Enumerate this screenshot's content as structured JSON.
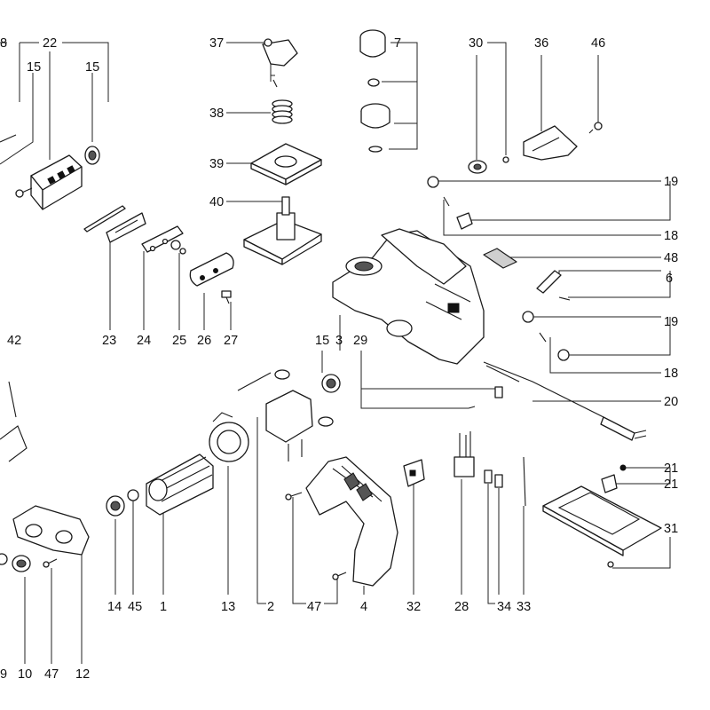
{
  "labels": {
    "p1": "1",
    "p2": "2",
    "p3": "3",
    "p4": "4",
    "p6": "6",
    "p7": "7",
    "p9": "9",
    "p10": "10",
    "p12": "12",
    "p13": "13",
    "p14": "14",
    "p15a": "15",
    "p15b": "15",
    "p15c": "15",
    "p18a": "18",
    "p18b": "18",
    "p19a": "19",
    "p19b": "19",
    "p20": "20",
    "p21a": "21",
    "p21b": "21",
    "p22": "22",
    "p23": "23",
    "p24": "24",
    "p25": "25",
    "p26": "26",
    "p27": "27",
    "p28": "28",
    "p29": "29",
    "p30": "30",
    "p31": "31",
    "p32": "32",
    "p33": "33",
    "p34": "34",
    "p36": "36",
    "p37": "37",
    "p38": "38",
    "p39": "39",
    "p40": "40",
    "p42": "42",
    "p45": "45",
    "p46": "46",
    "p47a": "47",
    "p47b": "47",
    "p48": "48"
  }
}
